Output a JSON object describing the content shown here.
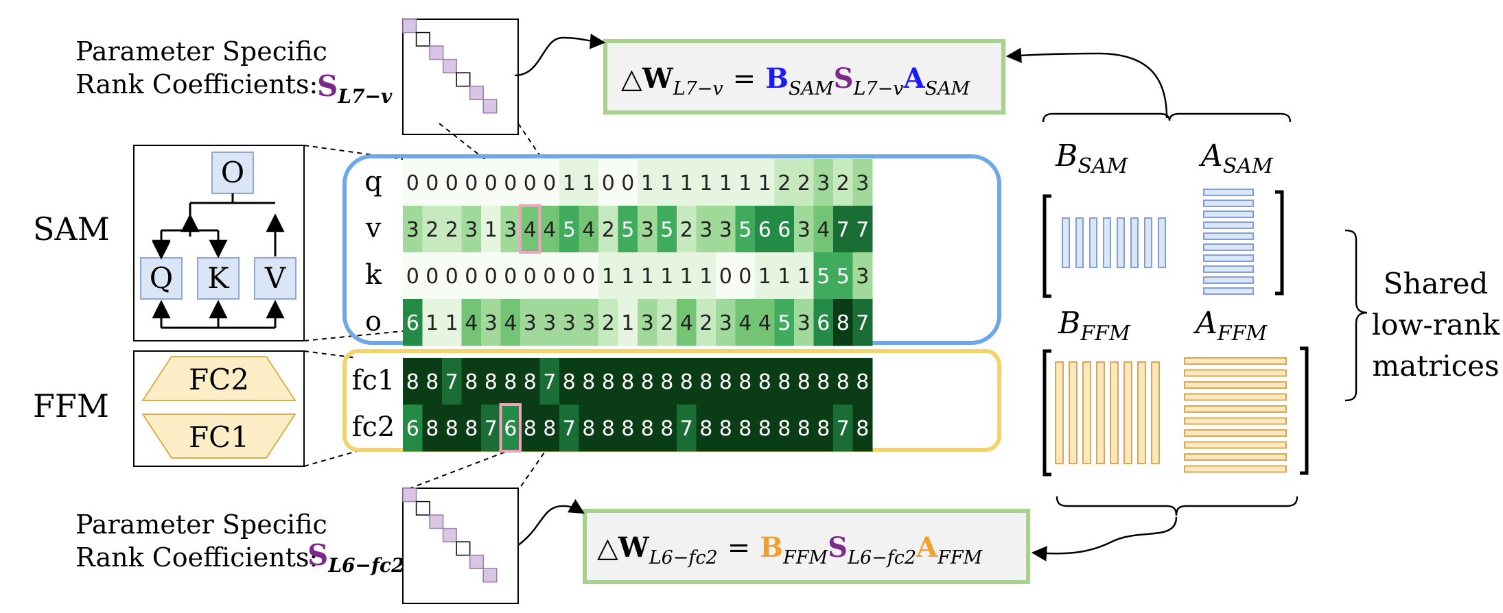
{
  "top_label": {
    "line1": "Parameter Specific",
    "line2": "Rank Coefficients:",
    "s_sub": "L7−v"
  },
  "bottom_label": {
    "line1": "Parameter Specific",
    "line2": "Rank Coefficients:",
    "s_sub": "L6−fc2"
  },
  "top_formula": {
    "prefix": "△",
    "W": "W",
    "w_sub": "L7−v",
    "eq": "=",
    "B": "B",
    "b_sub": "SAM",
    "S": "S",
    "s_sub": "L7−v",
    "A": "A",
    "a_sub": "SAM"
  },
  "bottom_formula": {
    "prefix": "△",
    "W": "W",
    "w_sub": "L6−fc2",
    "eq": "=",
    "B": "B",
    "b_sub": "FFM",
    "S": "S",
    "s_sub": "L6−fc2",
    "A": "A",
    "a_sub": "FFM"
  },
  "sections": {
    "sam": "SAM",
    "ffm": "FFM"
  },
  "sam_block": {
    "O": "O",
    "Q": "Q",
    "K": "K",
    "V": "V"
  },
  "ffm_block": {
    "fc2": "FC2",
    "fc1": "FC1"
  },
  "sam_grid": {
    "rows": [
      {
        "label": "q",
        "values": [
          0,
          0,
          0,
          0,
          0,
          0,
          0,
          0,
          1,
          1,
          0,
          0,
          1,
          1,
          1,
          1,
          1,
          1,
          1,
          2,
          2,
          3,
          2,
          3
        ]
      },
      {
        "label": "v",
        "values": [
          3,
          2,
          2,
          3,
          1,
          3,
          4,
          4,
          5,
          4,
          2,
          5,
          3,
          5,
          2,
          3,
          3,
          5,
          6,
          6,
          3,
          4,
          7,
          7
        ]
      },
      {
        "label": "k",
        "values": [
          0,
          0,
          0,
          0,
          0,
          0,
          0,
          0,
          0,
          0,
          1,
          1,
          1,
          1,
          1,
          1,
          0,
          0,
          1,
          1,
          1,
          5,
          5,
          3
        ]
      },
      {
        "label": "o",
        "values": [
          6,
          1,
          1,
          4,
          3,
          4,
          3,
          3,
          3,
          3,
          2,
          1,
          3,
          2,
          4,
          2,
          3,
          4,
          4,
          5,
          3,
          6,
          8,
          7
        ]
      }
    ],
    "highlight": {
      "row": 1,
      "col": 6
    }
  },
  "ffm_grid": {
    "rows": [
      {
        "label": "fc1",
        "values": [
          8,
          8,
          7,
          8,
          8,
          8,
          8,
          7,
          8,
          8,
          8,
          8,
          8,
          8,
          8,
          8,
          8,
          8,
          8,
          8,
          8,
          8,
          8,
          8
        ]
      },
      {
        "label": "fc2",
        "values": [
          6,
          8,
          8,
          8,
          7,
          6,
          8,
          8,
          7,
          8,
          8,
          8,
          8,
          8,
          7,
          8,
          8,
          8,
          8,
          8,
          8,
          8,
          7,
          8
        ]
      }
    ],
    "highlight": {
      "row": 1,
      "col": 5
    }
  },
  "shared": {
    "b_sam": "B",
    "b_sam_sub": "SAM",
    "a_sam": "A",
    "a_sam_sub": "SAM",
    "b_ffm": "B",
    "b_ffm_sub": "FFM",
    "a_ffm": "A",
    "a_ffm_sub": "FFM",
    "caption": [
      "Shared",
      "low-rank",
      "matrices"
    ]
  },
  "colors": {
    "sam_frame": "#6fa8e6",
    "ffm_frame": "#f3d36b",
    "formula_border": "#a9d18e",
    "formula_bg": "#f2f2f2",
    "purple": "#7b2a8a",
    "blue": "#1a1aff",
    "orange": "#f0a030",
    "diag_fill": "#d9c6e3",
    "diag_stroke": "#9b7bb0",
    "sam_bar_fill": "#dbe6f7",
    "sam_bar_stroke": "#7f9fd6",
    "ffm_bar_fill": "#fbe8c3",
    "ffm_bar_stroke": "#e0a64a",
    "node_fill": "#dae5f6",
    "node_stroke": "#8fa9d6",
    "trap_fill": "#fbeec7",
    "trap_stroke": "#d8b04c",
    "heat": [
      "#f7fcf5",
      "#e5f5e0",
      "#c7e9c0",
      "#a1d99b",
      "#74c476",
      "#41ab5d",
      "#238b45",
      "#1a6e35",
      "#0a3d15"
    ]
  }
}
